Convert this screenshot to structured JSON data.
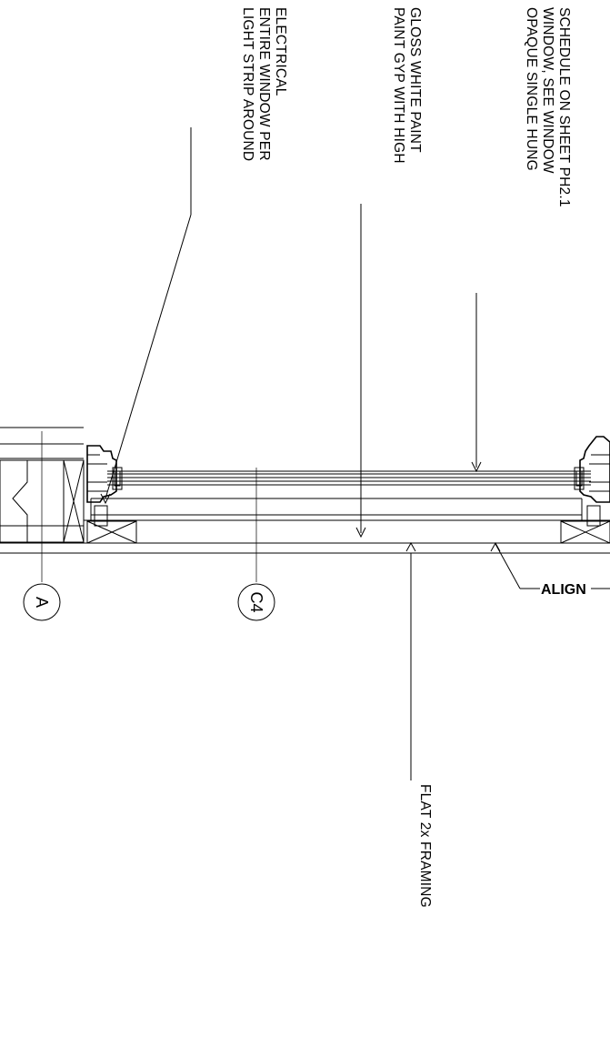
{
  "notes": {
    "window": [
      "OPAQUE SINGLE HUNG",
      "WINDOW, SEE WINDOW",
      "SCHEDULE ON SHEET PH2.1"
    ],
    "paint": [
      "PAINT GYP WITH HIGH",
      "GLOSS WHITE PAINT"
    ],
    "light": [
      "LIGHT STRIP AROUND",
      "ENTIRE WINDOW PER",
      "ELECTRICAL"
    ],
    "framing": "FLAT 2x FRAMING",
    "align": "ALIGN"
  },
  "tags": {
    "grid": "A",
    "detail": "C4"
  }
}
